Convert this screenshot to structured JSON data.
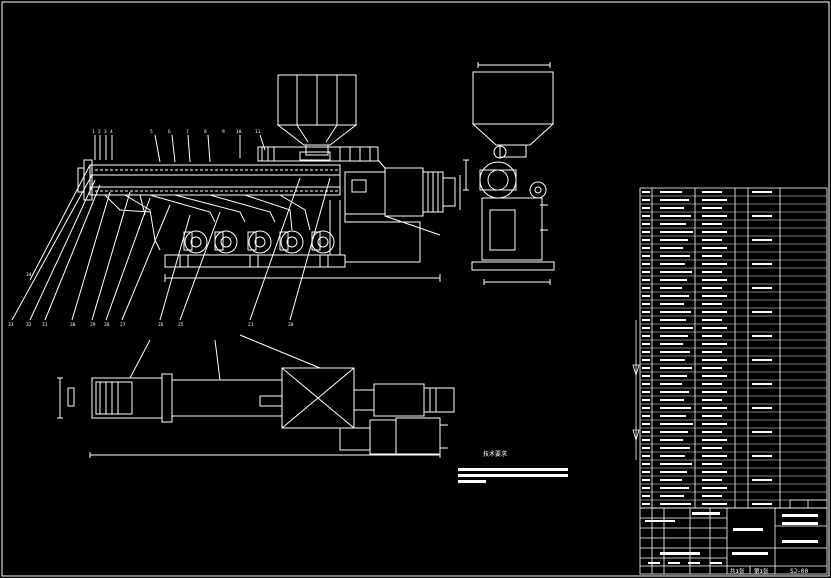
{
  "drawing": {
    "code": "SJ-00",
    "sheet_total_label": "共1张",
    "sheet_current_label": "第1张",
    "notes_title": "技术要求"
  },
  "title_block": {
    "line_colors": {
      "frame": "#ffffff"
    }
  }
}
